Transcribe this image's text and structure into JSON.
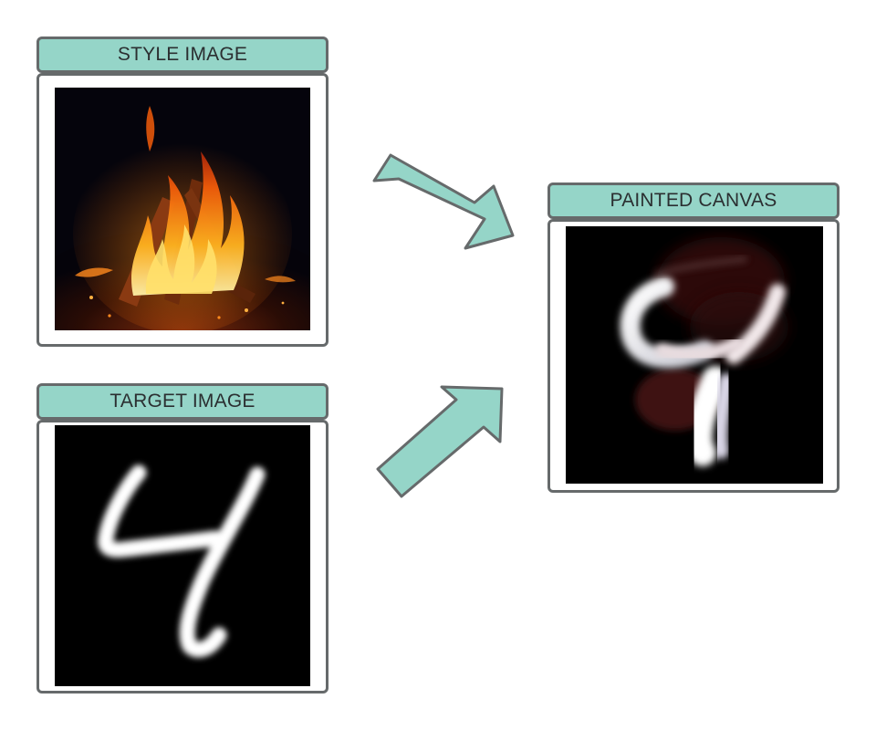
{
  "panels": {
    "style": {
      "title": "STYLE IMAGE",
      "image": "campfire-photo"
    },
    "target": {
      "title": "TARGET IMAGE",
      "image": "handwritten-digit-4"
    },
    "canvas": {
      "title": "PAINTED CANVAS",
      "image": "brush-stroke-painting"
    }
  },
  "colors": {
    "header_fill": "#95d5c8",
    "arrow_fill": "#95d5c8",
    "border": "#666a6b",
    "image_background": "#000000"
  }
}
